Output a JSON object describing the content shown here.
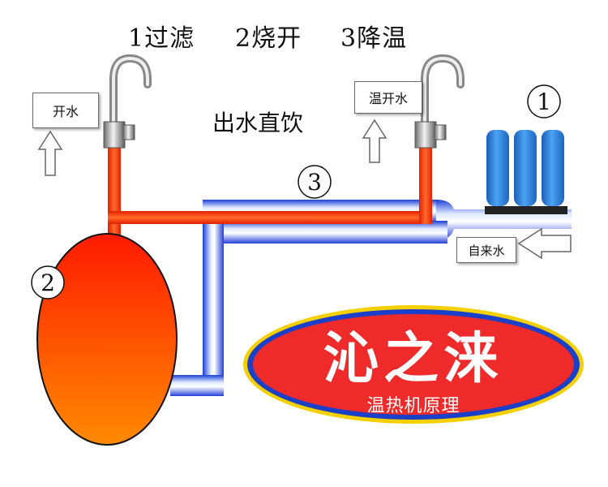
{
  "title": {
    "step1": "1过滤",
    "step2": "2烧开",
    "step3": "3降温"
  },
  "heading": "出水直饮",
  "labels": {
    "boiling_water": "开水",
    "warm_water": "温开水",
    "tap_water": "自来水"
  },
  "markers": {
    "filter": "1",
    "heater": "2",
    "cooler": "3"
  },
  "brand": {
    "name": "沁之涞",
    "subtitle": "温热机原理"
  },
  "colors": {
    "hot_pipe": "#ff3300",
    "cold_pipe": "#2b4fe0",
    "filter": "#2a7fd6",
    "tank_top": "#ff1a00",
    "tank_bottom": "#ff8a00",
    "badge_fill": "#ee2a2a",
    "badge_ring": "#f4d000"
  }
}
